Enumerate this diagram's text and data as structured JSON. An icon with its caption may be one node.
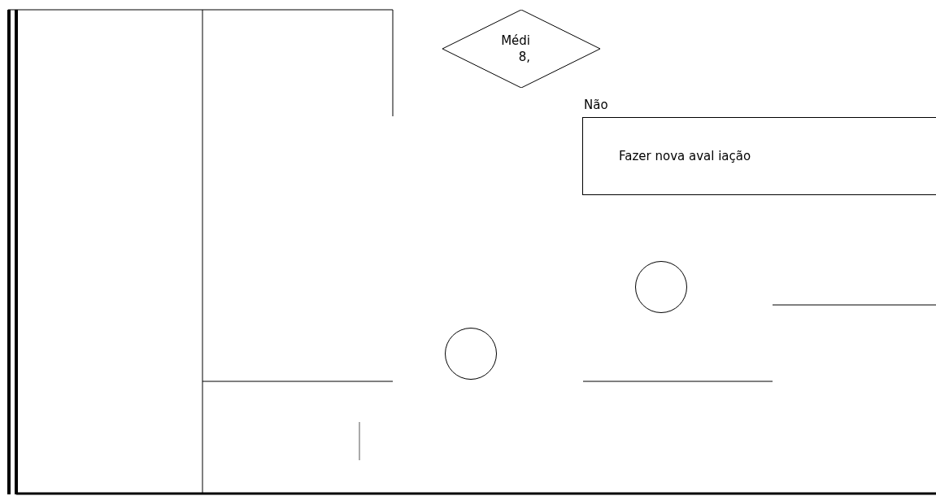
{
  "diagram": {
    "nodes": [
      {
        "text": [
          "Médi 8,"
        ]
      },
      {
        "text": [
          "Fazer nova aval iação"
        ]
      },
      {
        "text": [],
        "shape": "circle"
      },
      {
        "text": [],
        "shape": "circle"
      }
    ],
    "labels": [
      "Não"
    ]
  }
}
